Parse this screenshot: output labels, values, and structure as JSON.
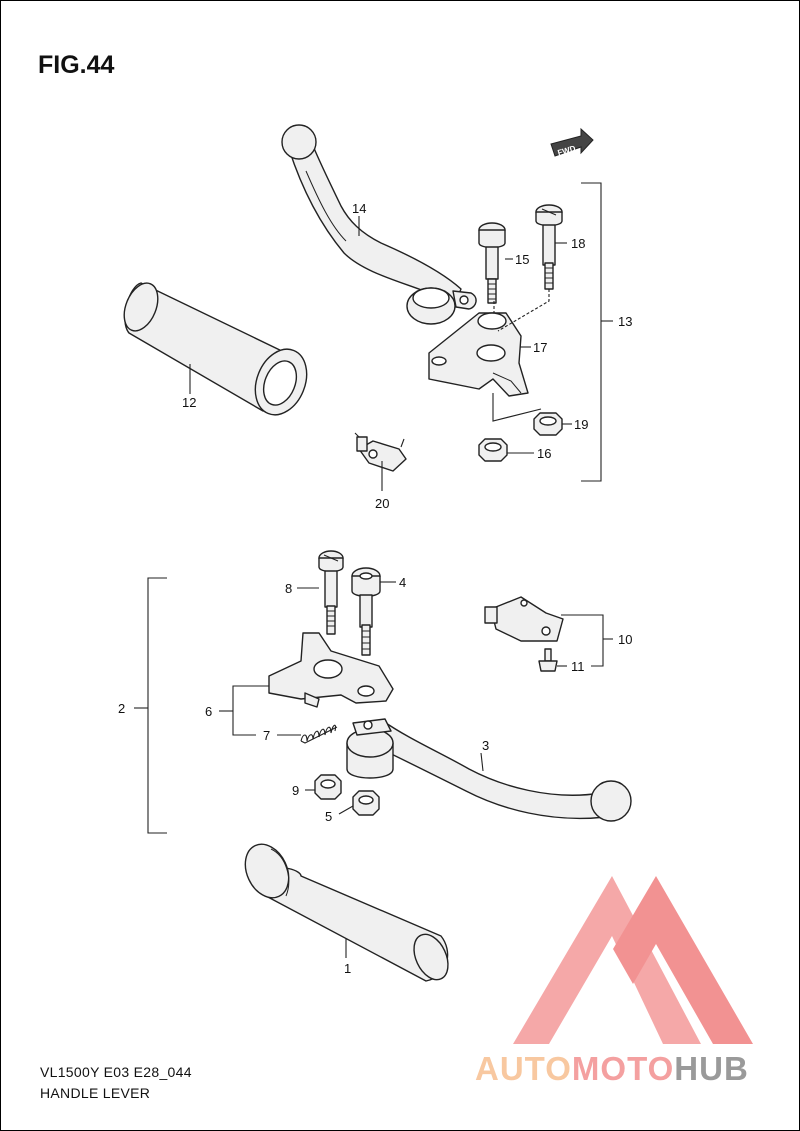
{
  "figure": {
    "title": "FIG.44"
  },
  "caption": {
    "model_code": "VL1500Y E03 E28_044",
    "name": "HANDLE LEVER"
  },
  "arrow_label": "FWD",
  "watermark": {
    "part1": "AUTO",
    "part2": "MOTO",
    "part3": "HUB"
  },
  "callouts": {
    "c1": "1",
    "c2": "2",
    "c3": "3",
    "c4": "4",
    "c5": "5",
    "c6": "6",
    "c7": "7",
    "c8": "8",
    "c9": "9",
    "c10": "10",
    "c11": "11",
    "c12": "12",
    "c13": "13",
    "c14": "14",
    "c15": "15",
    "c16": "16",
    "c17": "17",
    "c18": "18",
    "c19": "19",
    "c20": "20"
  },
  "colors": {
    "line": "#222222",
    "fill": "#f0f0f0",
    "watermark_red": "#f08a8a",
    "watermark_orange": "#f8c8a0",
    "watermark_grey": "#9a9a9a"
  }
}
